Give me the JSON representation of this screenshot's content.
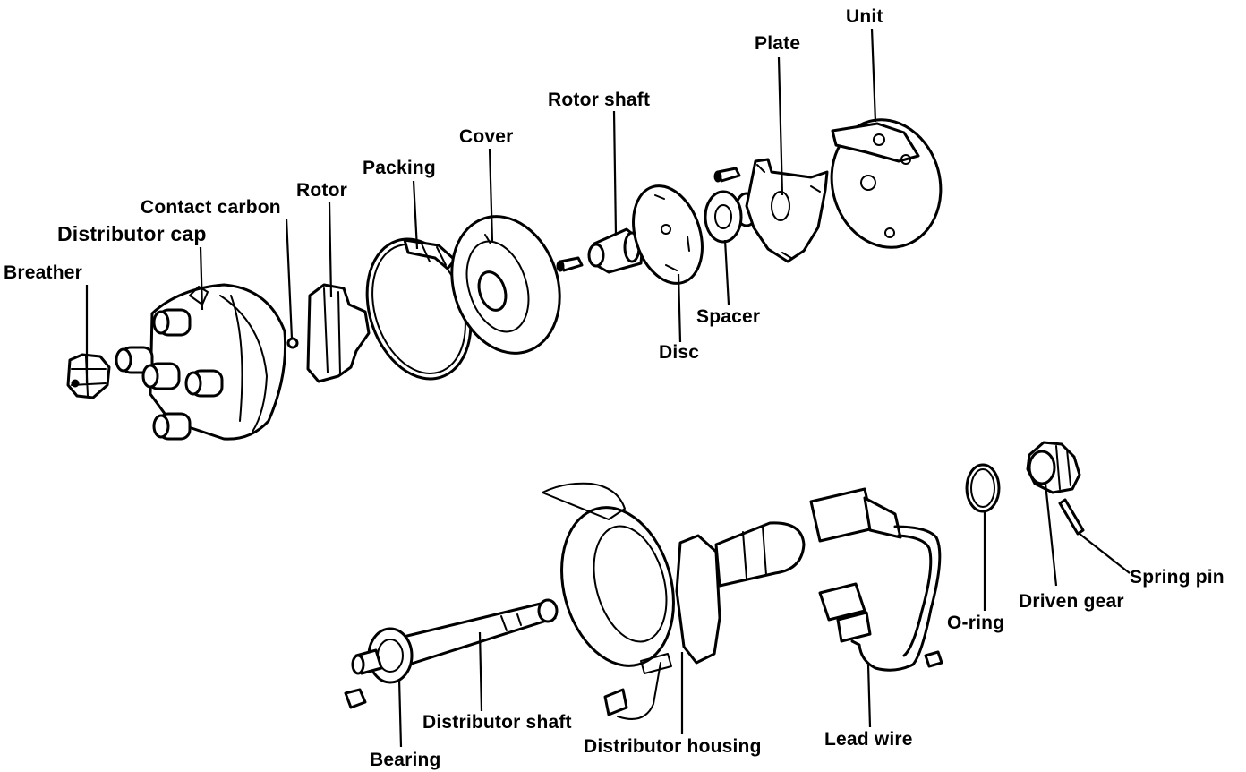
{
  "labels": {
    "unit": "Unit",
    "plate": "Plate",
    "rotor_shaft": "Rotor shaft",
    "cover": "Cover",
    "packing": "Packing",
    "rotor": "Rotor",
    "contact_carbon": "Contact carbon",
    "distributor_cap": "Distributor cap",
    "breather": "Breather",
    "spacer": "Spacer",
    "disc": "Disc",
    "o_ring": "O-ring",
    "driven_gear": "Driven gear",
    "spring_pin": "Spring pin",
    "distributor_shaft": "Distributor shaft",
    "distributor_housing": "Distributor housing",
    "bearing": "Bearing",
    "lead_wire": "Lead wire"
  }
}
